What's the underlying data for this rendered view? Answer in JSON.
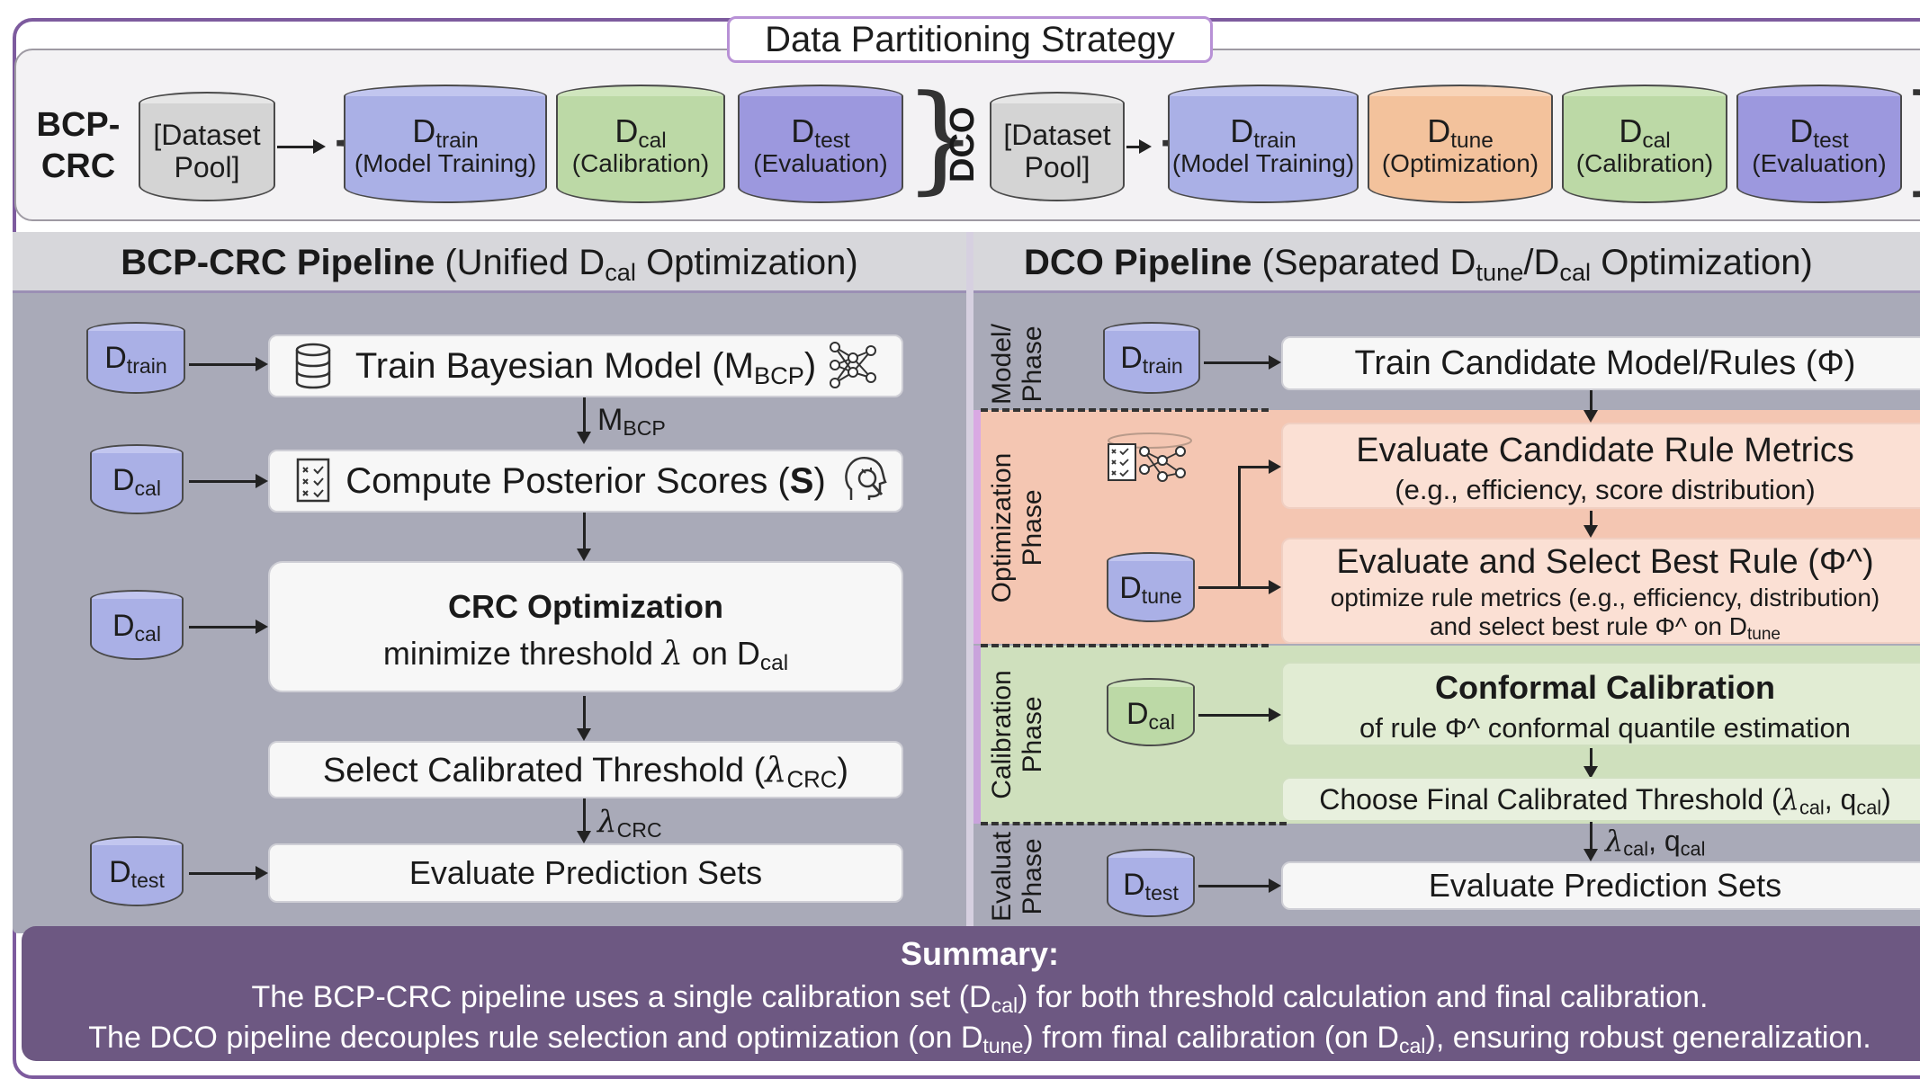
{
  "partition": {
    "title": "Data Partitioning Strategy",
    "bcp_label_1": "BCP-",
    "bcp_label_2": "CRC",
    "dco_label": "DCO",
    "pool_1": "[Dataset",
    "pool_2": "Pool]",
    "d_main": "D",
    "train_sub": "train",
    "cal_sub": "cal",
    "test_sub": "test",
    "tune_sub": "tune",
    "train_desc": "(Model Training)",
    "cal_desc": "(Calibration)",
    "test_desc": "(Evaluation)",
    "tune_desc": "(Optimization)"
  },
  "left": {
    "head_bold": "BCP-CRC Pipeline",
    "head_pre": " (Unified D",
    "head_sub": "cal",
    "head_post": " Optimization)",
    "step1_pre": "Train Bayesian Model (M",
    "step1_sub": "BCP",
    "step1_post": ")",
    "edge1_main": "M",
    "edge1_sub": "BCP",
    "step2_pre": "Compute Posterior Scores (",
    "step2_bold": "S",
    "step2_post": ")",
    "step3_title": "CRC Optimization",
    "step3_line_pre": "minimize threshold ",
    "lambda": "λ",
    "step3_line_mid": " on D",
    "step3_sub": "cal",
    "step4_pre": "Select Calibrated Threshold (",
    "step4_sub": "CRC",
    "step4_post": ")",
    "edge4_sub": "CRC",
    "step5": "Evaluate Prediction Sets"
  },
  "right": {
    "head_bold": "DCO Pipeline",
    "head_pre": " (Separated D",
    "head_sub1": "tune",
    "head_slash": "/D",
    "head_sub2": "cal",
    "head_post": " Optimization)",
    "phase_model_1": "Model/",
    "phase_model_2": "Phase",
    "phase_opt_1": "Optimization",
    "phase_opt_2": "Phase",
    "phase_cal_1": "Calibration",
    "phase_cal_2": "Phase",
    "phase_eval_1": "Evaluat",
    "phase_eval_2": "Phase",
    "step1": "Train Candidate Model/Rules (Φ)",
    "step2_title": "Evaluate Candidate Rule Metrics",
    "step2_sub": "(e.g., efficiency, score distribution)",
    "step3_title": "Evaluate and Select Best Rule (Φ^)",
    "step3_line1": "optimize rule metrics (e.g., efficiency, distribution)",
    "step3_line2_pre": "and select best rule Φ^ on D",
    "step3_line2_sub": "tune",
    "step4_title": "Conformal Calibration",
    "step4_sub": "of rule Φ^ conformal quantile estimation",
    "step5_pre": "Choose Final Calibrated Threshold (",
    "step5_sub1": "cal",
    "step5_mid": ", q",
    "step5_sub2": "cal",
    "step5_post": ")",
    "edge5_sub1": "cal",
    "edge5_mid": ", q",
    "edge5_sub2": "cal",
    "step6": "Evaluate Prediction Sets"
  },
  "summary": {
    "title": "Summary:",
    "line1_pre": "The BCP-CRC pipeline uses a single calibration set (D",
    "line1_sub": "cal",
    "line1_post": ") for both threshold calculation and final calibration.",
    "line2_pre": "The DCO pipeline decouples rule selection and optimization (on D",
    "line2_sub1": "tune",
    "line2_mid": ") from final calibration (on D",
    "line2_sub2": "cal",
    "line2_post": "), ensuring robust generalization."
  }
}
